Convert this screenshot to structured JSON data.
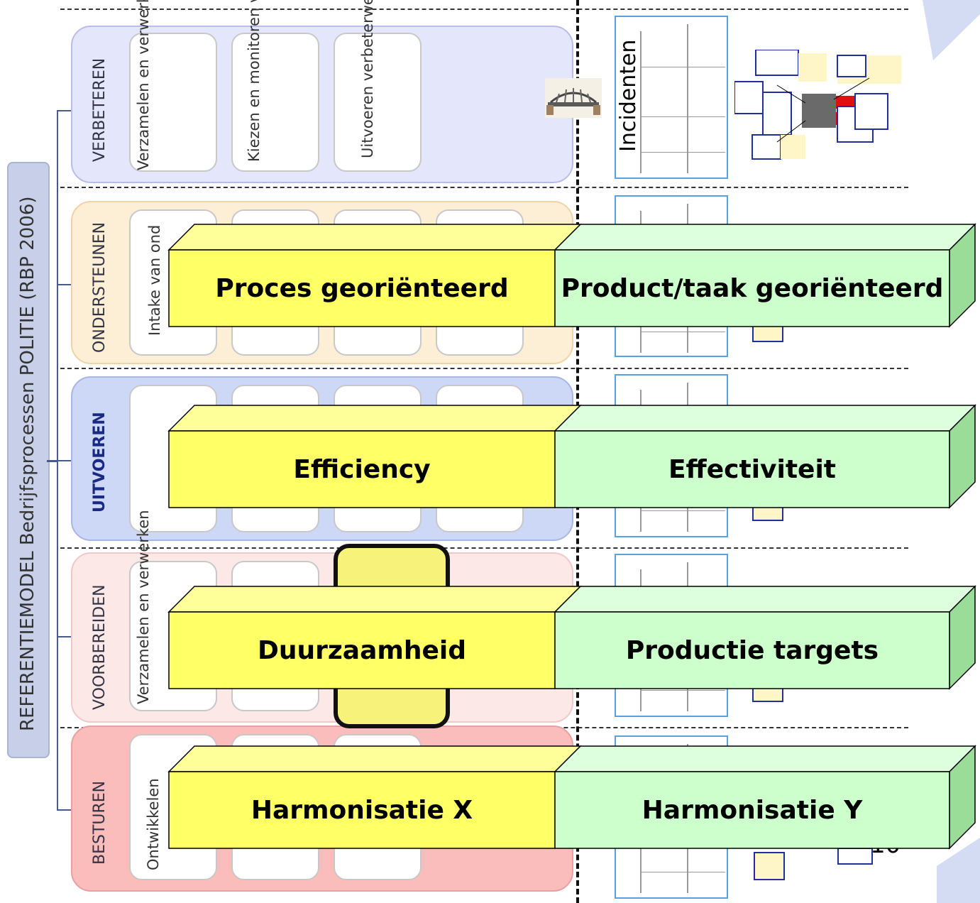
{
  "reference_model": {
    "label": "REFERENTIEMODEL Bedrijfsprocessen POLITIE (RBP 2006)"
  },
  "bands": {
    "verbeteren": {
      "label": "VERBETEREN",
      "subs": [
        "Verzamelen en verwerken verbeter-informatie",
        "Kiezen en monitoren verbeterwerk",
        "Uitvoeren verbeterwerk"
      ]
    },
    "ondersteunen": {
      "label": "ONDERSTEUNEN",
      "subs": [
        "Intake van ond"
      ]
    },
    "uitvoeren": {
      "label": "UITVOEREN"
    },
    "voorbereiden": {
      "label": "VOORBEREIDEN",
      "subs": [
        "Verzamelen en verwerken"
      ]
    },
    "besturen": {
      "label": "BESTUREN",
      "subs": [
        "Ontwikkelen"
      ]
    }
  },
  "thumbnails": {
    "label": "Incidenten"
  },
  "bars": [
    {
      "left": "Proces georiënteerd",
      "right": "Product/taak georiënteerd"
    },
    {
      "left": "Efficiency",
      "right": "Effectiviteit"
    },
    {
      "left": "Duurzaamheid",
      "right": "Productie targets"
    },
    {
      "left": "Harmonisatie X",
      "right": "Harmonisatie Y"
    }
  ],
  "colors": {
    "bar_left": "#ffff66",
    "bar_right": "#ccffcc",
    "bar_left_top": "#ffff99",
    "bar_right_top": "#ddffdd",
    "bar_right_side": "#99dd99"
  },
  "page_number": "10"
}
